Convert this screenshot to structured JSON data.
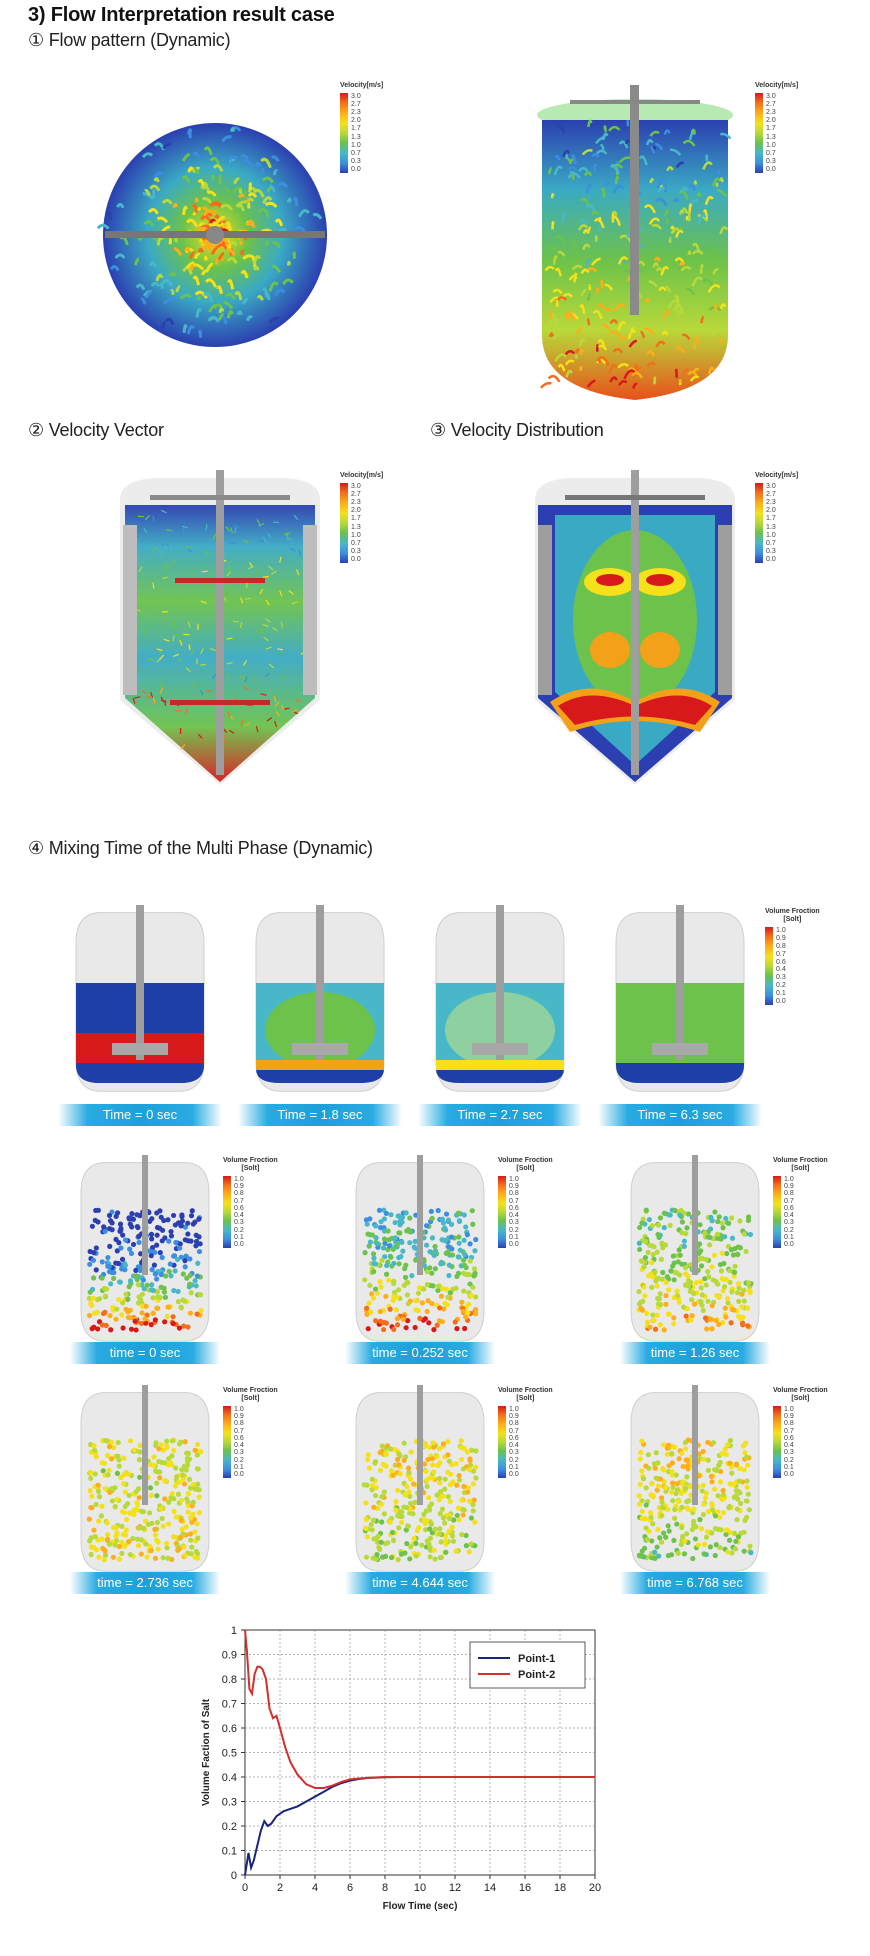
{
  "section_title": "3) Flow Interpretation result case",
  "headings": {
    "flow_pattern": "① Flow pattern (Dynamic)",
    "velocity_vector": "② Velocity Vector",
    "velocity_distribution": "③ Velocity Distribution",
    "mixing_time": "④ Mixing Time of the Multi Phase (Dynamic)"
  },
  "velocity_legend": {
    "title": "Velocity[m/s]",
    "ticks": [
      "3.0",
      "2.7",
      "2.3",
      "2.0",
      "1.7",
      "1.3",
      "1.0",
      "0.7",
      "0.3",
      "0.0"
    ]
  },
  "fraction_legend": {
    "title_line1": "Volume Froction",
    "title_line2": "[Solt]",
    "ticks": [
      "1.0",
      "0.9",
      "0.8",
      "0.7",
      "0.6",
      "0.4",
      "0.3",
      "0.2",
      "0.1",
      "0.0"
    ]
  },
  "mixing_row1": [
    {
      "label": "Time = 0 sec",
      "state": 0
    },
    {
      "label": "Time = 1.8 sec",
      "state": 1
    },
    {
      "label": "Time = 2.7 sec",
      "state": 2
    },
    {
      "label": "Time = 6.3 sec",
      "state": 3
    }
  ],
  "particle_rows": [
    {
      "label": "time = 0 sec",
      "state": 0
    },
    {
      "label": "time = 0.252 sec",
      "state": 1
    },
    {
      "label": "time = 1.26 sec",
      "state": 2
    },
    {
      "label": "time = 2.736 sec",
      "state": 3
    },
    {
      "label": "time = 4.644 sec",
      "state": 4
    },
    {
      "label": "time = 6.768 sec",
      "state": 5
    }
  ],
  "colors": {
    "red": "#d7191c",
    "blue": "#1f3fa8",
    "green": "#6cc24a",
    "cyan": "#29abe2",
    "line_point1": "#1a237e",
    "line_point2": "#d32f2f"
  },
  "chart_data": {
    "type": "line",
    "title": "",
    "xlabel": "Flow Time (sec)",
    "ylabel": "Volume Faction of Salt",
    "xlim": [
      0,
      20
    ],
    "ylim": [
      0,
      1
    ],
    "xticks": [
      "0",
      "2",
      "4",
      "6",
      "8",
      "10",
      "12",
      "14",
      "16",
      "18",
      "20"
    ],
    "yticks": [
      "0",
      "0.1",
      "0.2",
      "0.3",
      "0.4",
      "0.5",
      "0.6",
      "0.7",
      "0.8",
      "0.9",
      "1"
    ],
    "grid": true,
    "legend_position": "top-right",
    "series": [
      {
        "name": "Point-1",
        "color": "#1a237e",
        "x": [
          0,
          0.2,
          0.35,
          0.5,
          0.7,
          0.9,
          1.1,
          1.3,
          1.5,
          1.8,
          2.2,
          2.6,
          3.0,
          3.5,
          4.0,
          4.5,
          5.0,
          5.5,
          6.0,
          6.5,
          7.0,
          8.0,
          9.0,
          10.0,
          12.0,
          14.0,
          16.0,
          18.0,
          20.0
        ],
        "y": [
          0.0,
          0.09,
          0.03,
          0.06,
          0.12,
          0.18,
          0.22,
          0.2,
          0.21,
          0.24,
          0.26,
          0.27,
          0.28,
          0.3,
          0.32,
          0.34,
          0.36,
          0.375,
          0.385,
          0.392,
          0.396,
          0.399,
          0.4,
          0.4,
          0.4,
          0.4,
          0.4,
          0.4,
          0.4
        ]
      },
      {
        "name": "Point-2",
        "color": "#d32f2f",
        "x": [
          0,
          0.1,
          0.25,
          0.4,
          0.55,
          0.7,
          0.85,
          1.0,
          1.2,
          1.4,
          1.6,
          1.8,
          2.0,
          2.3,
          2.6,
          3.0,
          3.5,
          4.0,
          4.5,
          5.0,
          5.5,
          6.0,
          7.0,
          8.0,
          10.0,
          12.0,
          14.0,
          16.0,
          18.0,
          20.0
        ],
        "y": [
          1.0,
          0.92,
          0.76,
          0.74,
          0.82,
          0.85,
          0.85,
          0.84,
          0.8,
          0.68,
          0.64,
          0.65,
          0.6,
          0.52,
          0.46,
          0.41,
          0.37,
          0.355,
          0.355,
          0.365,
          0.38,
          0.39,
          0.397,
          0.4,
          0.4,
          0.4,
          0.4,
          0.4,
          0.4,
          0.4
        ]
      }
    ]
  }
}
